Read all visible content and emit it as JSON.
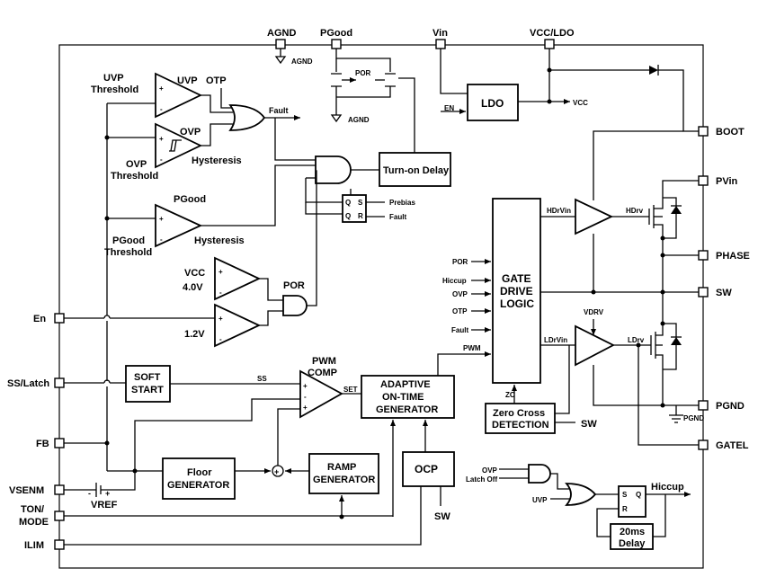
{
  "top_pins": {
    "agnd": "AGND",
    "pgood": "PGood",
    "vin": "Vin",
    "vcc_ldo": "VCC/LDO"
  },
  "left_pins": {
    "en": "En",
    "ss_latch": "SS/Latch",
    "fb": "FB",
    "vsenm": "VSENM",
    "ton": "TON/",
    "mode": "MODE",
    "ilim": "ILIM"
  },
  "right_pins": {
    "boot": "BOOT",
    "pvin": "PVin",
    "phase": "PHASE",
    "sw": "SW",
    "pgnd": "PGND",
    "gatel": "GATEL"
  },
  "comparators": {
    "uvp_threshold_1": "UVP",
    "uvp_threshold_2": "Threshold",
    "uvp_label": "UVP",
    "otp_label": "OTP",
    "ovp_label": "OVP",
    "ovp_threshold_1": "OVP",
    "ovp_threshold_2": "Threshold",
    "hysteresis_1": "Hysteresis",
    "pgood_label": "PGood",
    "pgood_threshold_1": "PGood",
    "pgood_threshold_2": "Threshold",
    "hysteresis_2": "Hysteresis",
    "vcc_label": "VCC",
    "v40_label": "4.0V",
    "v12_label": "1.2V",
    "por_gate": "POR",
    "pwm_comp_1": "PWM",
    "pwm_comp_2": "COMP",
    "set_label": "SET",
    "ss_net": "SS",
    "plus": "+",
    "minus": "-"
  },
  "signals": {
    "fault": "Fault",
    "agnd_top": "AGND",
    "agnd_por": "AGND",
    "por_fet": "POR",
    "en_ldo": "EN",
    "vcc_arrow": "VCC",
    "prebias": "Prebias",
    "fault2": "Fault",
    "latch_q": "Q",
    "latch_s": "S",
    "latch_qb": "Q",
    "latch_r": "R",
    "hdrvin": "HDrVin",
    "hdrv": "HDrv",
    "ldrvin": "LDrVin",
    "ldrv": "LDrv",
    "vdrv": "VDRV",
    "pgnd_gnd": "PGND",
    "pwm": "PWM",
    "zc": "ZC",
    "sw_zc": "SW",
    "sw_ocp": "SW",
    "ovp_gate": "OVP",
    "latch_off": "Latch Off",
    "uvp_gate": "UVP",
    "hiccup": "Hiccup",
    "sr_s": "S",
    "sr_q": "Q",
    "sr_r": "R",
    "vref": "VREF",
    "vref_minus": "-",
    "vref_plus": "+",
    "sum_sym": "+"
  },
  "gate_inputs": [
    "POR",
    "Hiccup",
    "OVP",
    "OTP",
    "Fault"
  ],
  "blocks": {
    "ldo": "LDO",
    "turn_on_delay": "Turn-on Delay",
    "gate_drive_1": "GATE",
    "gate_drive_2": "DRIVE",
    "gate_drive_3": "LOGIC",
    "soft_start_1": "SOFT",
    "soft_start_2": "START",
    "adaptive_1": "ADAPTIVE",
    "adaptive_2": "ON-TIME",
    "adaptive_3": "GENERATOR",
    "zero_cross_1": "Zero Cross",
    "zero_cross_2": "DETECTION",
    "floor_1": "Floor",
    "floor_2": "GENERATOR",
    "ramp_1": "RAMP",
    "ramp_2": "GENERATOR",
    "ocp": "OCP",
    "delay_1": "20ms",
    "delay_2": "Delay"
  }
}
